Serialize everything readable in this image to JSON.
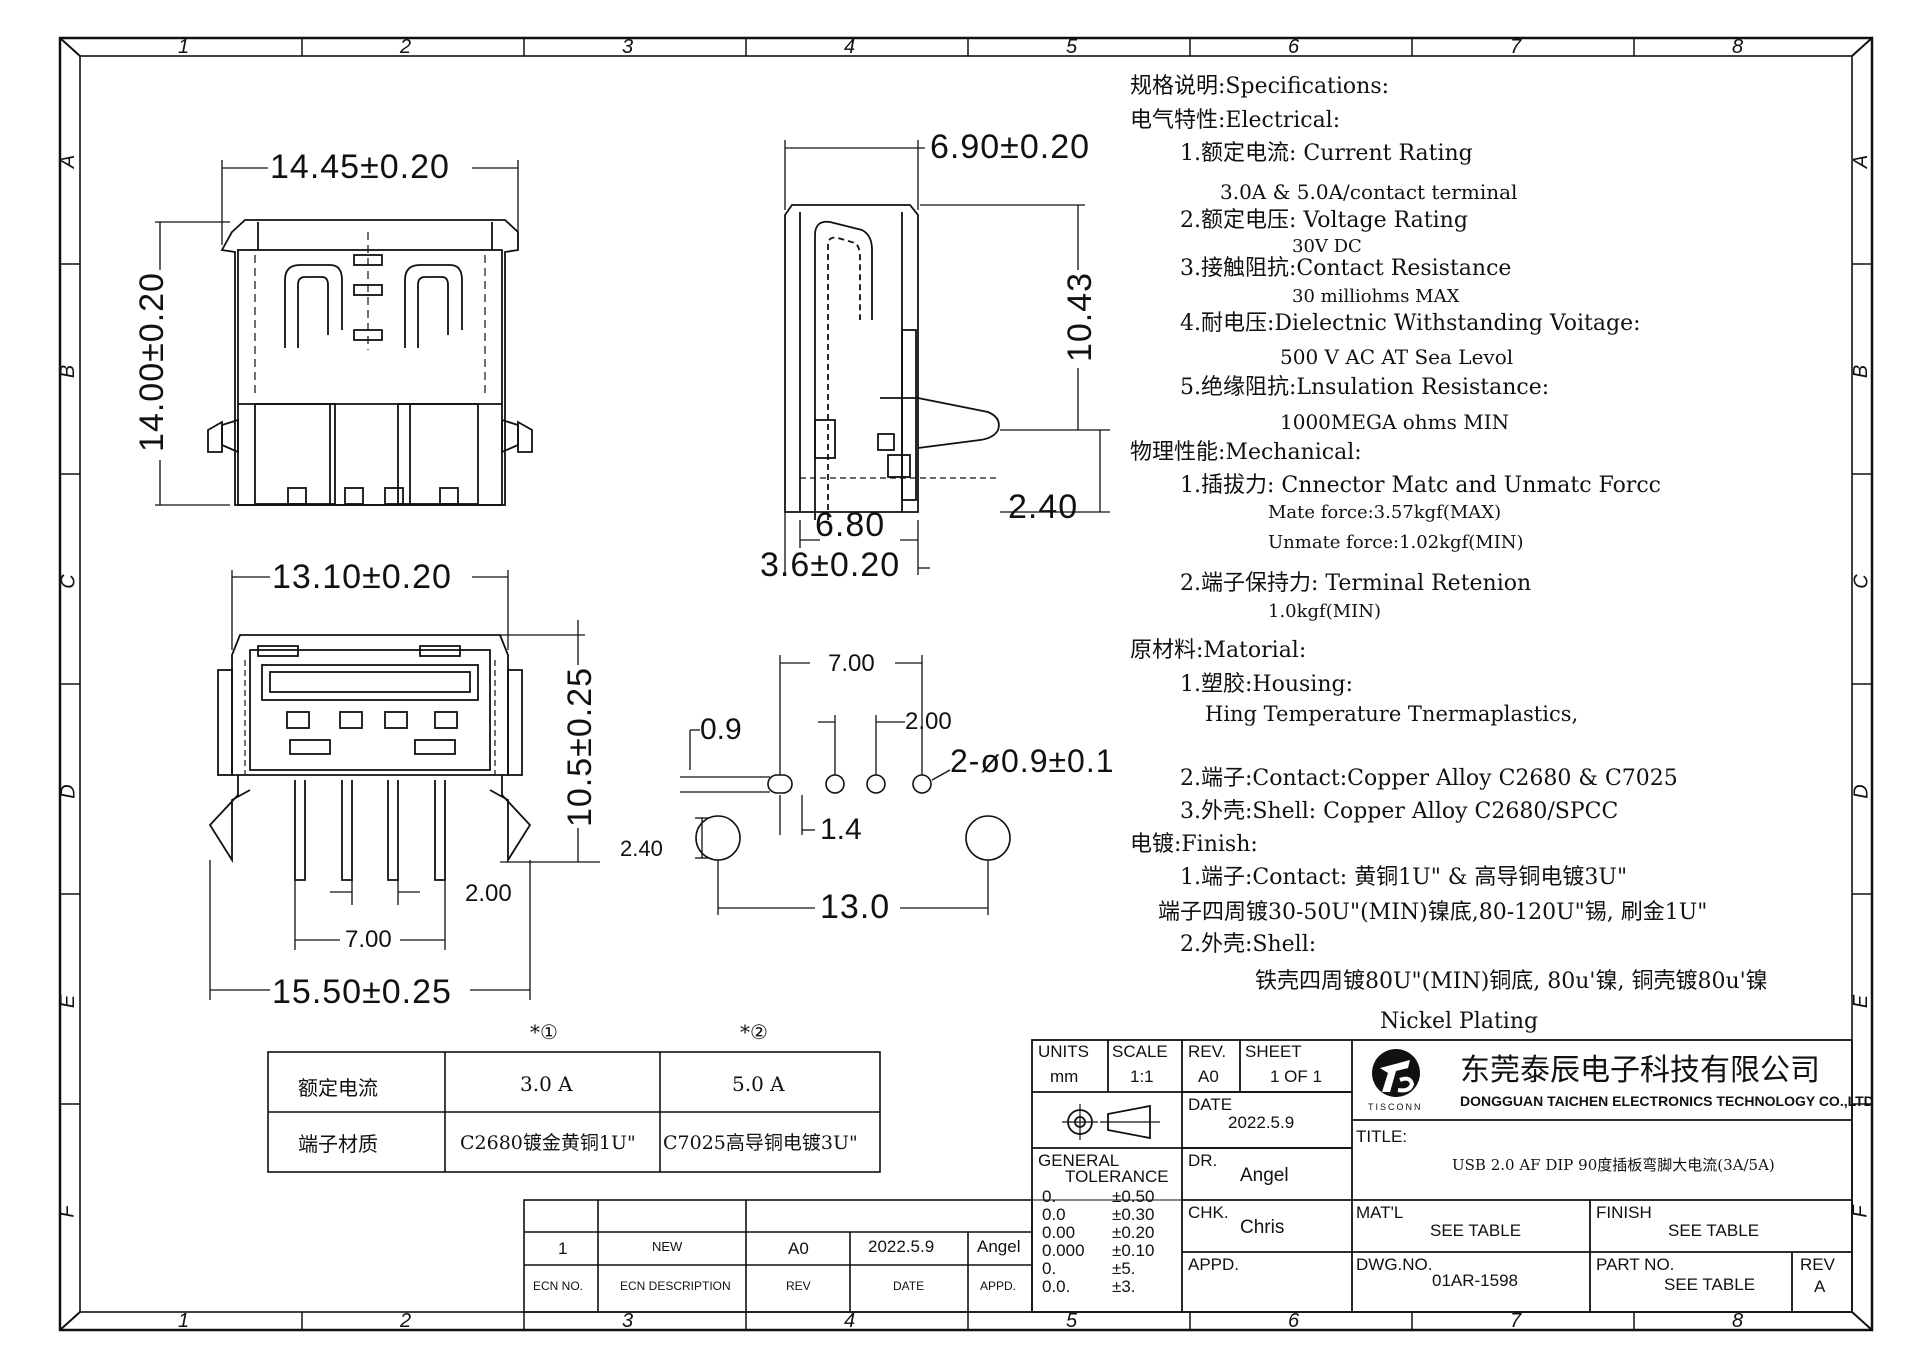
{
  "zones": {
    "columns": [
      "1",
      "2",
      "3",
      "4",
      "5",
      "6",
      "7",
      "8"
    ],
    "rows": [
      "A",
      "B",
      "C",
      "D",
      "E",
      "F"
    ]
  },
  "dimensions": {
    "front_width": "14.45±0.20",
    "front_height": "14.00±0.20",
    "side_depth": "6.90±0.20",
    "side_height": "10.43",
    "side_foot": "2.40",
    "side_680": "6.80",
    "side_36": "3.6±0.20",
    "bottom_width_top": "13.10±0.20",
    "bottom_height": "10.5±0.25",
    "bottom_pitch": "2.00",
    "bottom_span": "7.00",
    "bottom_width": "15.50±0.25",
    "pcb_span": "7.00",
    "pcb_09": "0.9",
    "pcb_200": "2.00",
    "pcb_holes": "2-ø0.9±0.1",
    "pcb_14": "1.4",
    "pcb_240": "2.40",
    "pcb_130": "13.0"
  },
  "specs": {
    "title": "规格说明:Specifications:",
    "electrical": "电气特性:Electrical:",
    "e1": "1.额定电流: Current Rating",
    "e1v": "3.0A & 5.0A/contact terminal",
    "e2": "2.额定电压: Voltage Rating",
    "e2v": "30V DC",
    "e3": "3.接触阻抗:Contact Resistance",
    "e3v": "30 milliohms MAX",
    "e4": "4.耐电压:Dielectnic Withstanding Voitage:",
    "e4v": "500 V AC AT Sea Levol",
    "e5": "5.绝缘阻抗:Lnsulation Resistance:",
    "e5v": "1000MEGA ohms MIN",
    "mechanical": "物理性能:Mechanical:",
    "m1": "1.插拔力: Cnnector Matc and Unmatc Forcc",
    "m1a": "Mate force:3.57kgf(MAX)",
    "m1b": "Unmate force:1.02kgf(MIN)",
    "m2": "2.端子保持力: Terminal Retenion",
    "m2v": "1.0kgf(MIN)",
    "material": "原材料:Matorial:",
    "mat1": "1.塑胶:Housing:",
    "mat1v": "Hing Temperature  Tnermaplastics,",
    "mat2": "2.端子:Contact:Copper Alloy C2680 & C7025",
    "mat3": "3.外壳:Shell: Copper Alloy C2680/SPCC",
    "finish": "电镀:Finish:",
    "f1": "1.端子:Contact: 黄铜1U\" & 高导铜电镀3U\"",
    "f1v": "端子四周镀30-50U\"(MIN)镍底,80-120U\"锡, 刷金1U\"",
    "f2": "2.外壳:Shell:",
    "f2v": "铁壳四周镀80U\"(MIN)铜底, 80u'镍, 铜壳镀80u'镍",
    "f2w": "Nickel Plating"
  },
  "option_table": {
    "marks": [
      "*①",
      "*②"
    ],
    "rows": [
      {
        "label": "额定电流",
        "c1": "3.0 A",
        "c2": "5.0 A"
      },
      {
        "label": "端子材质",
        "c1": "C2680镀金黄铜1U\"",
        "c2": "C7025高导铜电镀3U\""
      }
    ]
  },
  "revision": {
    "row": {
      "no": "1",
      "desc": "NEW",
      "rev": "A0",
      "date": "2022.5.9",
      "appd": "Angel"
    },
    "headers": {
      "no": "ECN NO.",
      "desc": "ECN DESCRIPTION",
      "rev": "REV",
      "date": "DATE",
      "appd": "APPD."
    }
  },
  "title_block": {
    "units_label": "UNITS",
    "units": "mm",
    "scale_label": "SCALE",
    "scale": "1:1",
    "rev_label": "REV.",
    "rev": "A0",
    "sheet_label": "SHEET",
    "sheet": "1 OF 1",
    "date_label": "DATE",
    "date": "2022.5.9",
    "tol_label1": "GENERAL",
    "tol_label2": "TOLERANCE",
    "tol_rows": [
      {
        "k": "0.",
        "v": "±0.50"
      },
      {
        "k": "0.0",
        "v": "±0.30"
      },
      {
        "k": "0.00",
        "v": "±0.20"
      },
      {
        "k": "0.000",
        "v": "±0.10"
      },
      {
        "k": "0.",
        "v": "±5."
      },
      {
        "k": "0.0.",
        "v": "±3."
      }
    ],
    "dr_label": "DR.",
    "dr": "Angel",
    "chk_label": "CHK.",
    "chk": "Chris",
    "appd_label": "APPD.",
    "company_cn": "东莞泰辰电子科技有限公司",
    "company_en": "DONGGUAN TAICHEN ELECTRONICS TECHNOLOGY CO.,LTD",
    "logo_text": "TISCONN",
    "title_label": "TITLE:",
    "title": "USB 2.0 AF DIP 90度插板弯脚大电流(3A/5A)",
    "matl_label": "MAT'L",
    "matl": "SEE TABLE",
    "finish_label": "FINISH",
    "finish": "SEE TABLE",
    "dwg_label": "DWG.NO.",
    "dwg": "01AR-1598",
    "part_label": "PART NO.",
    "part": "SEE TABLE",
    "rev2_label": "REV",
    "rev2": "A"
  }
}
